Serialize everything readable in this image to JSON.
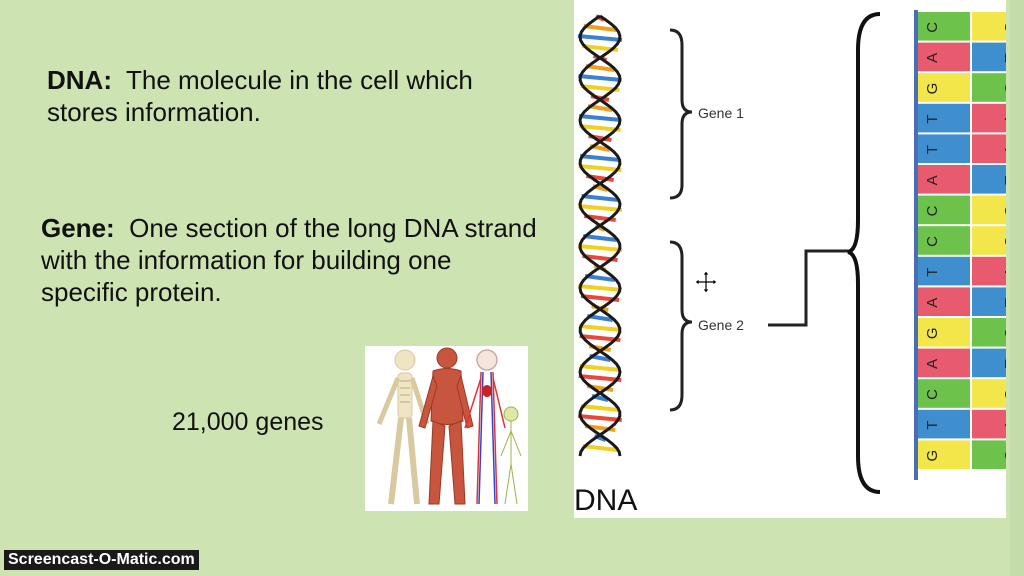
{
  "slide": {
    "dna_term": "DNA:",
    "dna_definition": "The molecule in the cell which stores information.",
    "gene_term": "Gene:",
    "gene_definition": "One section of the long DNA strand with the information for building one specific protein.",
    "gene_count": "21,000 genes"
  },
  "diagram": {
    "gene1_label": "Gene 1",
    "gene2_label": "Gene 2",
    "dna_label": "DNA",
    "left_bases": [
      "C",
      "A",
      "G",
      "T",
      "T",
      "A",
      "C",
      "C",
      "T",
      "A",
      "G",
      "A",
      "C",
      "T",
      "G"
    ],
    "right_bases": [
      "G",
      "T",
      "C",
      "A",
      "A",
      "T",
      "G",
      "G",
      "A",
      "T",
      "C",
      "T",
      "G",
      "A",
      "C"
    ],
    "base_colors": {
      "A": "#e85a6e",
      "T": "#3f8fcf",
      "G": "#f2e64a",
      "C": "#6cc24a"
    }
  },
  "watermark": "Screencast-O-Matic.com"
}
